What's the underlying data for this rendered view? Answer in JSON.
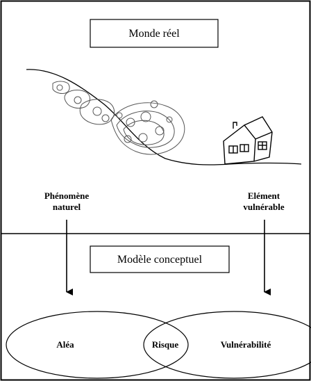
{
  "top_panel": {
    "title": "Monde réel",
    "left_label": [
      "Phénomène",
      "naturel"
    ],
    "right_label": [
      "Elément",
      "vulnérable"
    ]
  },
  "bottom_panel": {
    "title": "Modèle conceptuel",
    "left_set": "Aléa",
    "intersection": "Risque",
    "right_set": "Vulnérabilité"
  }
}
